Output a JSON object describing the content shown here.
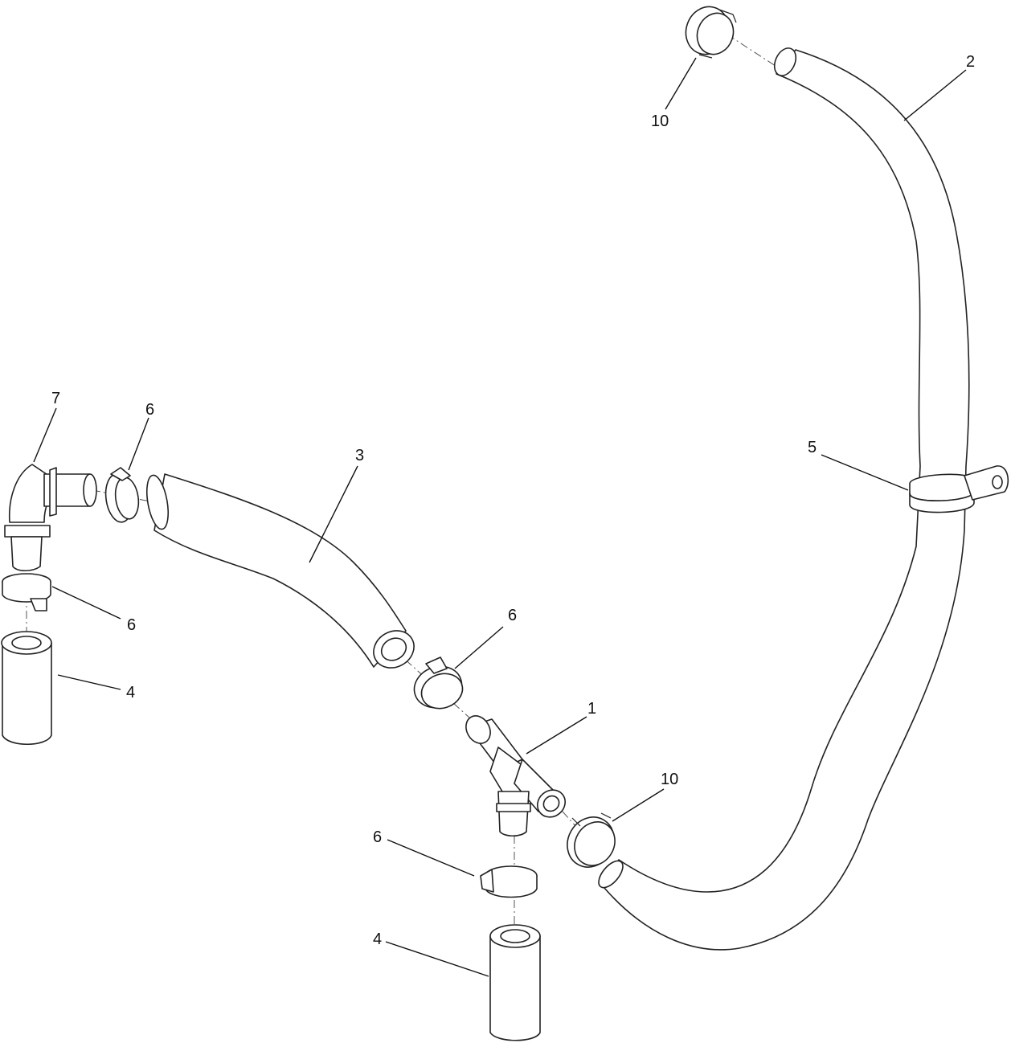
{
  "callouts": {
    "c1": "1",
    "c2": "2",
    "c3": "3",
    "c4a": "4",
    "c4b": "4",
    "c5": "5",
    "c6a": "6",
    "c6b": "6",
    "c6c": "6",
    "c6d": "6",
    "c7": "7",
    "c10a": "10",
    "c10b": "10"
  }
}
